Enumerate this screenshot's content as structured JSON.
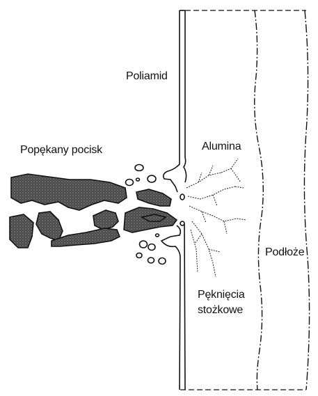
{
  "labels": {
    "polyamide": "Poliamid",
    "alumina": "Alumina",
    "projectile": "Popękany pocisk",
    "substrate": "Podłoże",
    "cracks_line1": "Pęknięcia",
    "cracks_line2": "stożkowe"
  },
  "colors": {
    "ink": "#111111",
    "projectile_fill": "#3c3c3c"
  }
}
